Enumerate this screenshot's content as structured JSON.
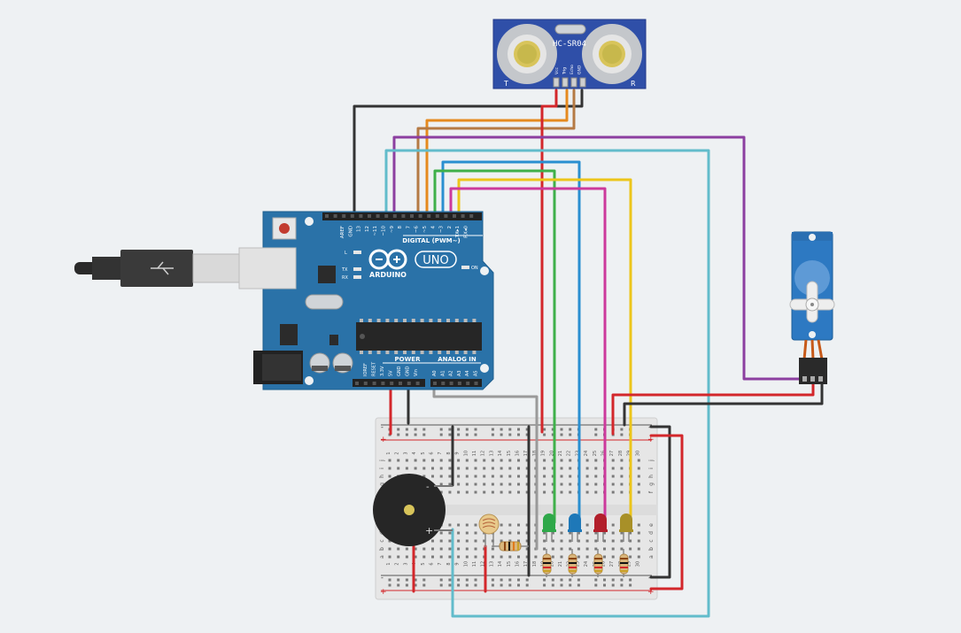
{
  "sensor": {
    "label": "HC-SR04",
    "pin_labels": [
      "Vcc",
      "Trig",
      "Echo",
      "GND"
    ],
    "left_mark": "T",
    "right_mark": "R"
  },
  "arduino": {
    "brand": "ARDUINO",
    "model": "UNO",
    "digital_label": "DIGITAL (PWM~)",
    "power_label": "POWER",
    "analog_label": "ANALOG IN",
    "on_label": "ON",
    "led_labels": [
      "L",
      "TX",
      "RX"
    ],
    "digital_pins": [
      "AREF",
      "GND",
      "13",
      "12",
      "~11",
      "~10",
      "~9",
      "8",
      "7",
      "~6",
      "~5",
      "4",
      "~3",
      "2",
      "TX▸1",
      "RX◂0"
    ],
    "power_pins": [
      "IOREF",
      "RESET",
      "3.3V",
      "5V",
      "GND",
      "GND",
      "Vin"
    ],
    "analog_pins": [
      "A0",
      "A1",
      "A2",
      "A3",
      "A4",
      "A5"
    ]
  },
  "breadboard": {
    "row_letters_top": [
      "j",
      "i",
      "h",
      "g",
      "f"
    ],
    "row_letters_bottom": [
      "e",
      "d",
      "c",
      "b",
      "a"
    ],
    "column_numbers": [
      "1",
      "2",
      "3",
      "4",
      "5",
      "6",
      "7",
      "8",
      "9",
      "10",
      "11",
      "12",
      "13",
      "14",
      "15",
      "16",
      "17",
      "18",
      "19",
      "20",
      "21",
      "22",
      "23",
      "24",
      "25",
      "26",
      "27",
      "28",
      "29",
      "30"
    ],
    "plus_sign": "+",
    "minus_sign": "-"
  },
  "buzzer": {
    "plus": "+",
    "minus": "-"
  },
  "leds": [
    {
      "color_name": "green",
      "color": "#2fa84a"
    },
    {
      "color_name": "blue",
      "color": "#1e78b8"
    },
    {
      "color_name": "red",
      "color": "#b21f2b"
    },
    {
      "color_name": "yellow",
      "color": "#a89028"
    }
  ],
  "wire_colors": {
    "black": "#333333",
    "red": "#d3272b",
    "orange": "#e58a1f",
    "brown": "#b57a44",
    "purple": "#8c3fa0",
    "cyan": "#62bccb",
    "blue": "#2a8fd0",
    "green": "#3fb04a",
    "magenta": "#cc3a9c",
    "yellow": "#ecc51a",
    "gray": "#9a9a9a"
  },
  "colors": {
    "board": "#2a72a8",
    "background": "#eef1f3",
    "breadboard": "#e9e9e9",
    "sensor": "#2f4fa8",
    "servo": "#2d79c2"
  }
}
